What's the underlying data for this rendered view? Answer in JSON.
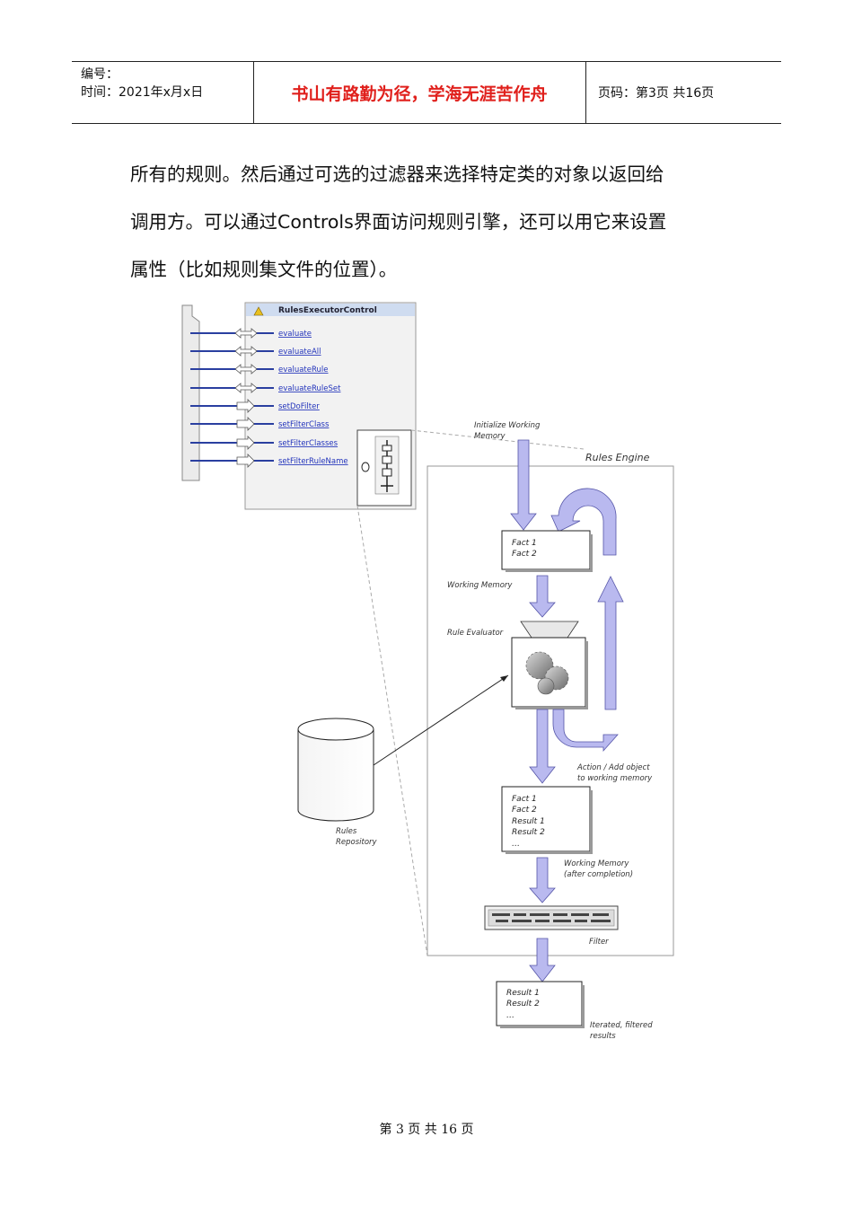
{
  "header": {
    "number_label": "编号：",
    "date_label": "时间：2021年x月x日",
    "motto": "书山有路勤为径，学海无涯苦作舟",
    "page_label": "页码：第3页  共16页"
  },
  "paragraph": {
    "line1": "所有的规则。然后通过可选的过滤器来选择特定类的对象以返回给",
    "line2": "调用方。可以通过Controls界面访问规则引擎，还可以用它来设置",
    "line3": "属性（比如规则集文件的位置）。"
  },
  "diagram": {
    "control_title": "RulesExecutorControl",
    "methods": [
      "evaluate",
      "evaluateAll",
      "evaluateRule",
      "evaluateRuleSet",
      "setDoFilter",
      "setFilterClass",
      "setFilterClasses",
      "setFilterRuleName"
    ],
    "engine_title": "Rules Engine",
    "init_label": [
      "Initialize Working",
      "Memory"
    ],
    "fact_box_1": [
      "Fact 1",
      "Fact 2"
    ],
    "working_memory_label": "Working Memory",
    "rule_evaluator_label": "Rule Evaluator",
    "action_label": [
      "Action / Add object",
      "to working memory"
    ],
    "repository_label": [
      "Rules",
      "Repository"
    ],
    "fact_box_2": [
      "Fact 1",
      "Fact 2",
      "Result 1",
      "Result 2",
      "…"
    ],
    "wm_after_label": [
      "Working Memory",
      "(after completion)"
    ],
    "filter_label": "Filter",
    "result_box": [
      "Result 1",
      "Result 2",
      "…"
    ],
    "iterated_label": [
      "Iterated, filtered",
      "results"
    ],
    "colors": {
      "arrow_fill": "#b9b9ef",
      "arrow_stroke": "#5555a8",
      "link": "#2233bb",
      "method_line": "#2a3fa0",
      "title_bar": "#cfdcf0"
    }
  },
  "footer": {
    "page_text": "第 3 页 共 16 页"
  }
}
